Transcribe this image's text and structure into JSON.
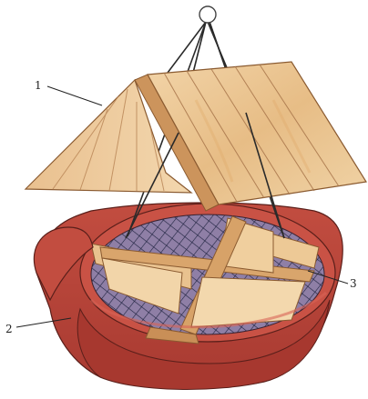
{
  "callouts": [
    {
      "text": "1"
    },
    {
      "text": "2"
    },
    {
      "text": "3"
    }
  ],
  "colors": {
    "bowl_outer": "#b8433a",
    "bowl_shadow": "#8f2f28",
    "bowl_rim": "#c95245",
    "wood_light": "#f0d3a6",
    "wood_mid": "#dcae78",
    "wood_dark": "#b87f4d",
    "mesh": "#1f2340",
    "mesh_bg": "#8f7fa6",
    "ring_stroke": "#444444"
  },
  "icons": {
    "top_ring": "hanging-ring-icon"
  }
}
